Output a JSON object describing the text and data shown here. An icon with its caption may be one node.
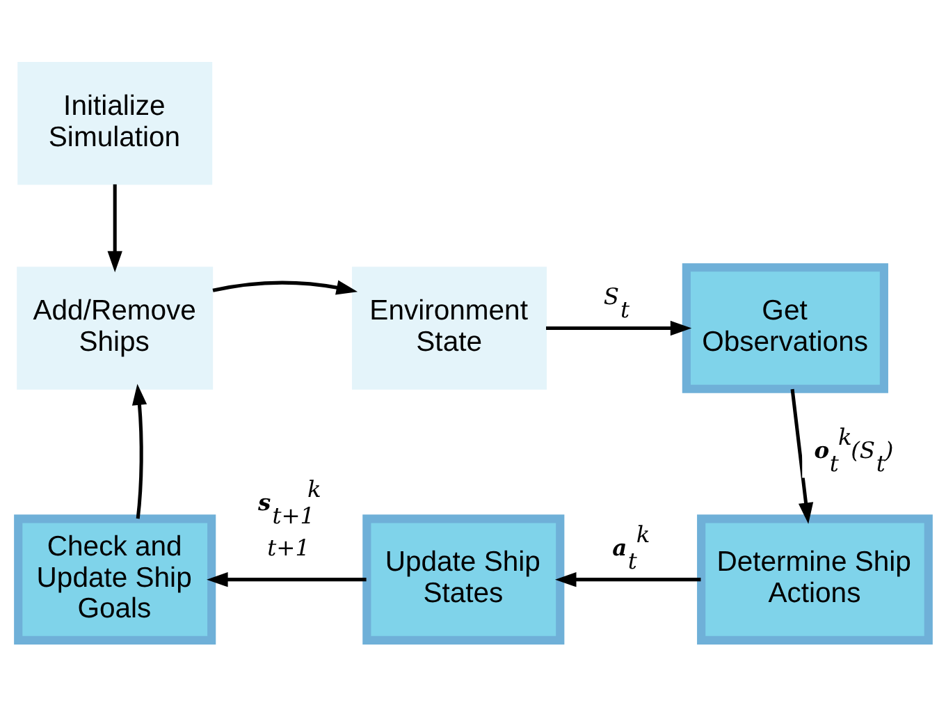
{
  "diagram": {
    "nodes": [
      {
        "text": [
          "Initialize Simulation"
        ]
      },
      {
        "text": [
          "Add/Remove Ships"
        ]
      },
      {
        "text": [
          "Environment State"
        ]
      },
      {
        "text": [
          "Get Observations"
        ]
      },
      {
        "text": [
          "Determine Ship Actions"
        ]
      },
      {
        "text": [
          "Update Ship States"
        ]
      },
      {
        "text": [
          "Check and Update Ship Goals"
        ]
      }
    ],
    "edges": [
      {
        "from": 0,
        "to": 1,
        "arrow": "to"
      },
      {
        "from": 1,
        "to": 2,
        "arrow": "to"
      },
      {
        "from": 2,
        "to": 3,
        "arrow": "to",
        "label": "S$_{t}$"
      },
      {
        "from": 3,
        "to": 4,
        "arrow": "to",
        "label": "**o**$_{t}$$^{k}$(S$_{t}$)"
      },
      {
        "from": 4,
        "to": 5,
        "arrow": "to",
        "label": "**a**$_{t}$$^{k}$"
      },
      {
        "from": 5,
        "to": 6,
        "arrow": "to",
        "label": "**s**$_{t+1}$$^{k}$ t+1"
      },
      {
        "from": 6,
        "to": 1,
        "arrow": "to"
      }
    ]
  }
}
